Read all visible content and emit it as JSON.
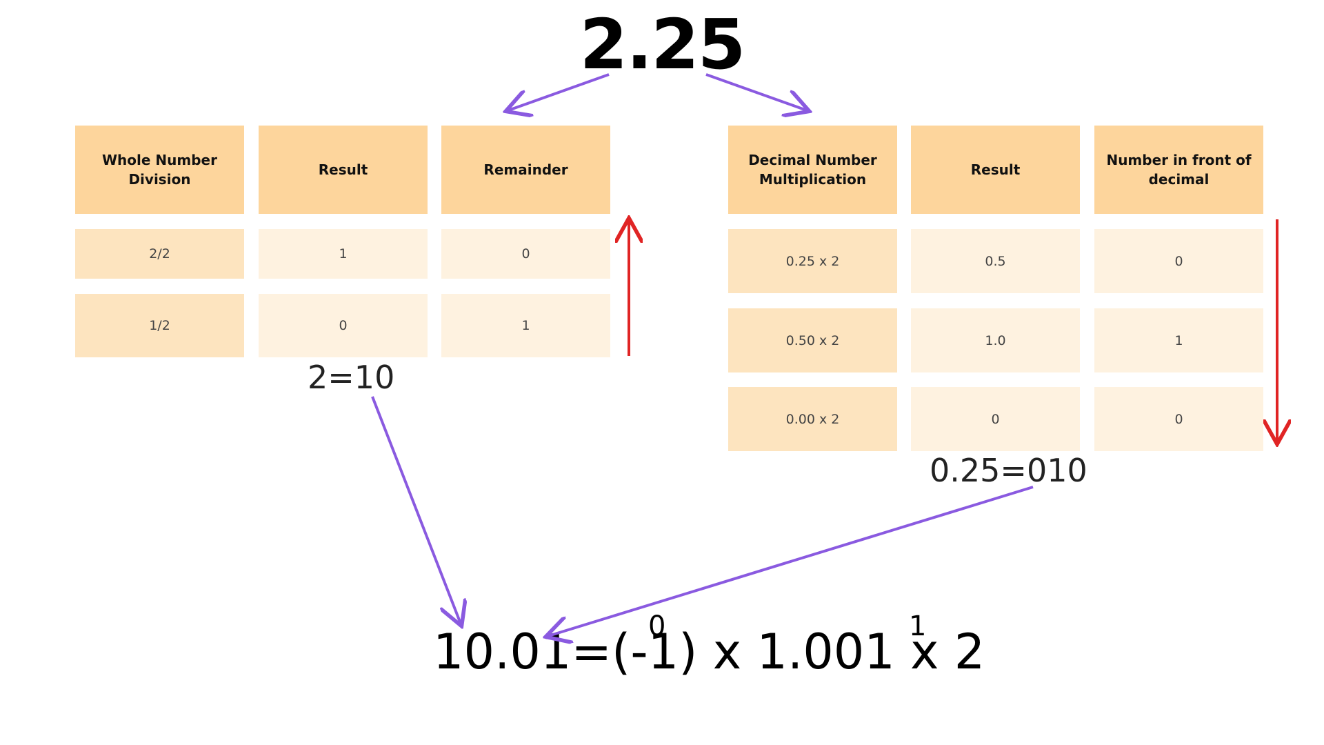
{
  "title": "2.25",
  "left_table": {
    "headers": [
      "Whole Number Division",
      "Result",
      "Remainder"
    ],
    "rows": [
      [
        "2/2",
        "1",
        "0"
      ],
      [
        "1/2",
        "0",
        "1"
      ]
    ],
    "result_label": "2=10"
  },
  "right_table": {
    "headers": [
      "Decimal Number Multiplication",
      "Result",
      "Number in front of decimal"
    ],
    "rows": [
      [
        "0.25 x 2",
        "0.5",
        "0"
      ],
      [
        "0.50 x 2",
        "1.0",
        "1"
      ],
      [
        "0.00 x 2",
        "0",
        "0"
      ]
    ],
    "result_label": "0.25=010"
  },
  "formula": {
    "main": "10.01=(-1)",
    "sign_exp": "0",
    "middle": "x 1.001 x 2",
    "exp": "1"
  },
  "colors": {
    "header": "#fdd59c",
    "cell_dark": "#fde4bf",
    "cell_light": "#fef2e0",
    "arrow_purple": "#8a5ae0",
    "arrow_red": "#e02424"
  }
}
